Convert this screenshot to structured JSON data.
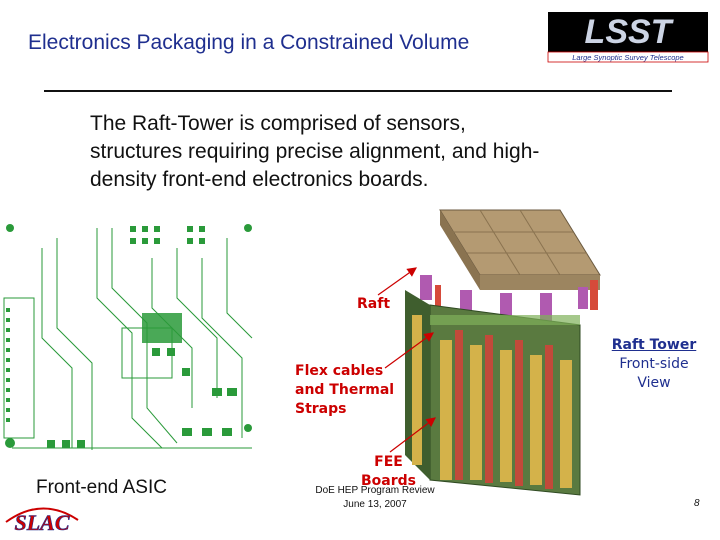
{
  "slide": {
    "title": "Electronics Packaging in a Constrained Volume",
    "body": "The Raft-Tower is comprised of sensors, structures requiring precise alignment, and high-density front-end electronics boards.",
    "labels": {
      "raft": "Raft",
      "flex_line1": "Flex cables",
      "flex_line2": "and Thermal",
      "flex_line3": "Straps",
      "fee_line1": "FEE",
      "fee_line2": "Boards",
      "tower_line1": "Raft Tower",
      "tower_line2": "Front-side",
      "tower_line3": "View",
      "asic": "Front-end ASIC"
    },
    "footer": {
      "line1": "DoE HEP Program Review",
      "line2": "June 13, 2007"
    },
    "page_number": "8"
  },
  "logos": {
    "lsst_text": "LSST",
    "lsst_tagline": "Large Synoptic Survey Telescope",
    "slac_text": "SLAC"
  },
  "colors": {
    "title": "#1f2f8f",
    "label_red": "#cc0000",
    "pcb_green": "#2a9a3a"
  }
}
